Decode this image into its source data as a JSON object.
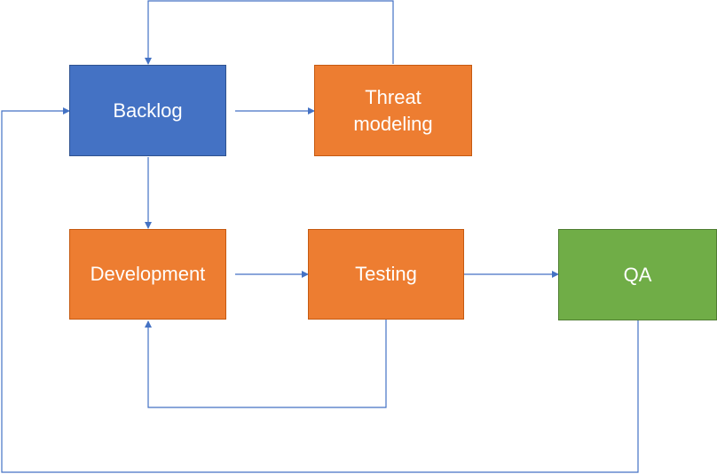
{
  "diagram": {
    "nodes": {
      "backlog": {
        "label": "Backlog",
        "color": "#4472c4"
      },
      "threat": {
        "label": "Threat\nmodeling",
        "color": "#ed7d31"
      },
      "development": {
        "label": "Development",
        "color": "#ed7d31"
      },
      "testing": {
        "label": "Testing",
        "color": "#ed7d31"
      },
      "qa": {
        "label": "QA",
        "color": "#70ad47"
      }
    },
    "connector_color": "#4472c4",
    "edges": [
      {
        "from": "backlog",
        "to": "threat"
      },
      {
        "from": "threat",
        "to": "backlog"
      },
      {
        "from": "backlog",
        "to": "development"
      },
      {
        "from": "development",
        "to": "testing"
      },
      {
        "from": "testing",
        "to": "qa"
      },
      {
        "from": "testing",
        "to": "development"
      },
      {
        "from": "qa",
        "to": "backlog"
      }
    ]
  }
}
